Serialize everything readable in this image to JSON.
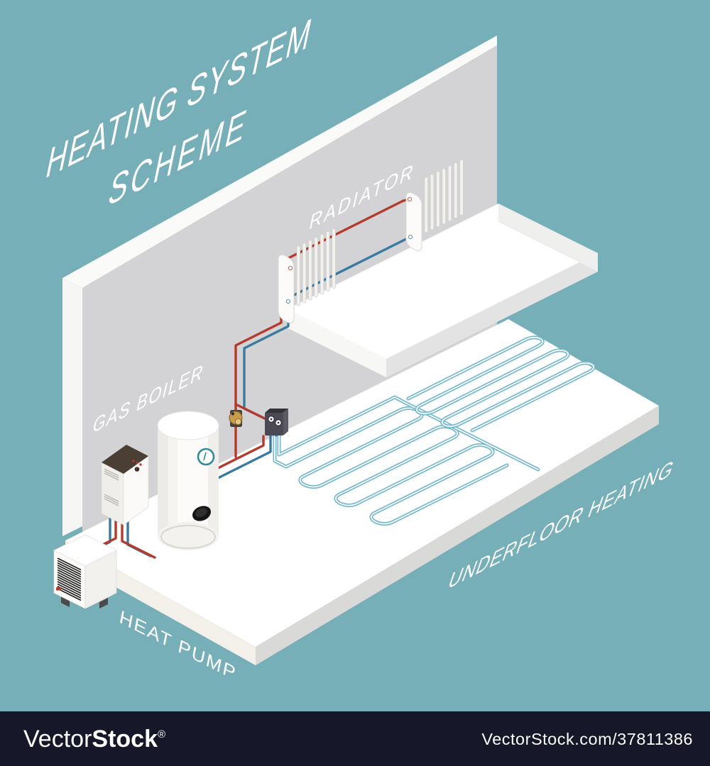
{
  "title": {
    "line1": "HEATING SYSTEM",
    "line2": "SCHEME"
  },
  "labels": {
    "radiator": "RADIATOR",
    "gas_boiler": "GAS BOILER",
    "heat_pump": "HEAT PUMP",
    "underfloor_heating": "UNDERFLOOR HEATING"
  },
  "watermark": {
    "brand_light": "Vector",
    "brand_bold": "Stock",
    "registered": "®",
    "url": "VectorStock.com/37811386"
  },
  "components": [
    "heat-pump-unit",
    "gas-boiler-unit",
    "storage-tank",
    "circulation-pump",
    "distribution-manifold",
    "radiator-left",
    "radiator-right",
    "underfloor-heating-coil-left",
    "underfloor-heating-coil-right"
  ],
  "colors": {
    "background": "#77afb8",
    "wall": "#d3d3d5",
    "wall_edge": "#fafaf8",
    "floor_top": "#ffffff",
    "floor_side_right": "#d9d9d7",
    "floor_side_left": "#f3f0ea",
    "slab_front": "#e3e3e3",
    "pipe_hot": "#b43a2c",
    "pipe_cold": "#3a7aa0",
    "coil": "#73b7cb",
    "boiler_top": "#4a3e35",
    "manifold": "#4a4954",
    "brass_pump": "#c79c4f",
    "watermark_bar": "#161728",
    "label_text": "#ffffff"
  }
}
